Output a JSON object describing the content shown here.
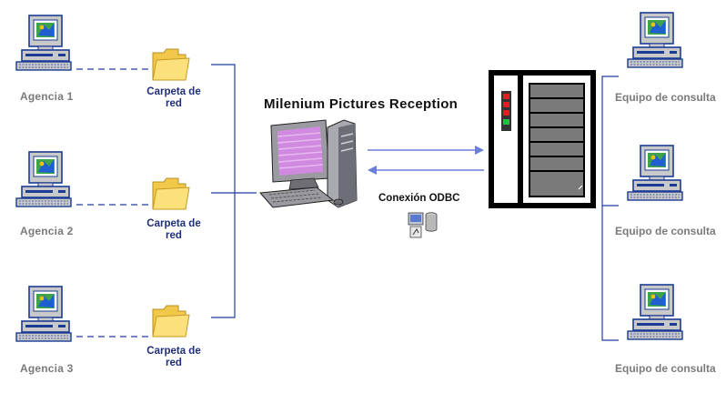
{
  "diagram": {
    "title": "Milenium Pictures Reception",
    "odbc_label": "Conexión ODBC",
    "agencies": [
      {
        "label": "Agencia 1",
        "folder_label": "Carpeta de red"
      },
      {
        "label": "Agencia 2",
        "folder_label": "Carpeta de red"
      },
      {
        "label": "Agencia 3",
        "folder_label": "Carpeta de red"
      }
    ],
    "consult_stations": [
      {
        "label": "Equipo de consulta"
      },
      {
        "label": "Equipo de consulta"
      },
      {
        "label": "Equipo de consulta"
      }
    ],
    "colors": {
      "connector": "#1f3f9f",
      "folder": "#f7d35a",
      "label_blue": "#1f2f7a",
      "monitor_screen": "#d08ae0",
      "server_body": "#000000"
    }
  }
}
